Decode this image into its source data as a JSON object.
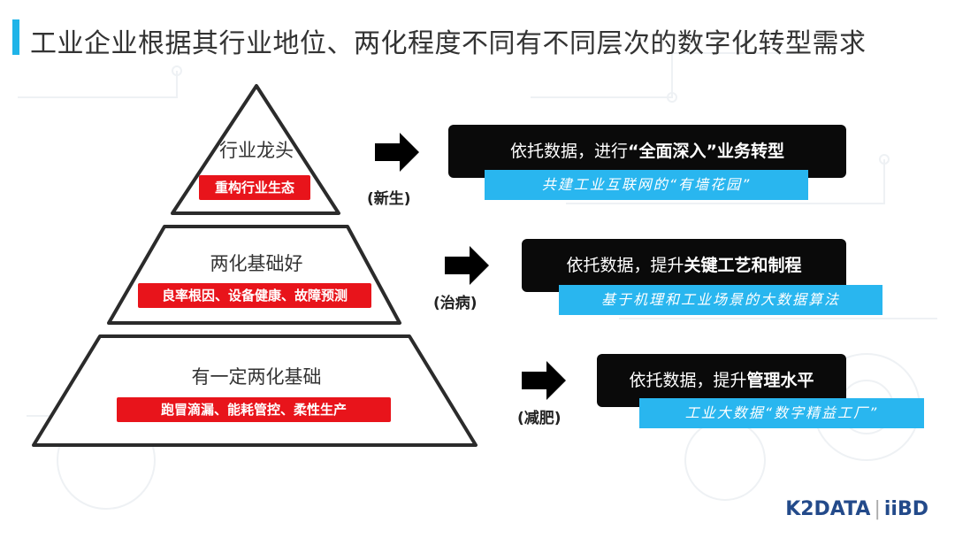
{
  "title": "工业企业根据其行业地位、两化程度不同有不同层次的数字化转型需求",
  "tiers": [
    {
      "label": "行业龙头",
      "tag": "重构行业生态"
    },
    {
      "label": "两化基础好",
      "tag": "良率根因、设备健康、故障预测"
    },
    {
      "label": "有一定两化基础",
      "tag": "跑冒滴漏、能耗管控、柔性生产"
    }
  ],
  "arrows": [
    {
      "note": "(新生)",
      "box_plain": "依托数据，进行",
      "box_bold": "“全面深入”业务转型",
      "sub": "共建工业互联网的“有墙花园”"
    },
    {
      "note": "(治病)",
      "box_plain": "依托数据，提升",
      "box_bold": "关键工艺和制程",
      "sub": "基于机理和工业场景的大数据算法"
    },
    {
      "note": "(减肥)",
      "box_plain": "依托数据，提升",
      "box_bold": "管理水平",
      "sub": "工业大数据“数字精益工厂”"
    }
  ],
  "logo": {
    "left": "K2DATA",
    "right": "iiBD"
  },
  "colors": {
    "accent": "#1fb4e8",
    "red": "#e8141b",
    "blue": "#29b6ef",
    "black": "#0a0a0a"
  }
}
